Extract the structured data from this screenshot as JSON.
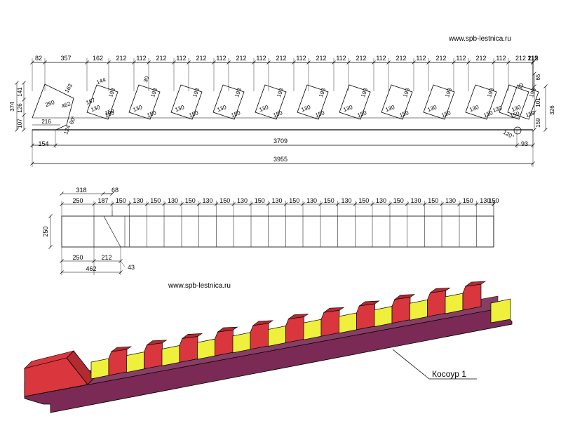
{
  "watermark": "www.spb-lestnica.ru",
  "elevation": {
    "top_dims": [
      "82",
      "357",
      "162",
      "212",
      "112",
      "212",
      "112",
      "212",
      "112",
      "212",
      "112",
      "212",
      "112",
      "212",
      "112",
      "212",
      "112",
      "212",
      "112",
      "212",
      "112",
      "212",
      "112",
      "212",
      "112",
      "212",
      "112",
      "115"
    ],
    "tread_dims": [
      "130",
      "150"
    ],
    "riser_dim": "193",
    "left_stack": [
      "374",
      "141",
      "126",
      "107"
    ],
    "right_stack": [
      "65",
      "326",
      "101",
      "159"
    ],
    "misc": {
      "d163": "163",
      "d144": "144",
      "d187": "187",
      "d150": "150",
      "d30a": "30",
      "d30b": "30",
      "d250": "250",
      "d462": "462",
      "d60": "60°",
      "d216": "216",
      "d124": "124",
      "d120": "120°"
    },
    "bottom": {
      "left": "154",
      "main": "3709",
      "right": "93",
      "total": "3955"
    }
  },
  "plan": {
    "top1": "318",
    "top2": "68",
    "row2": [
      "250",
      "187",
      "150",
      "130",
      "150",
      "130",
      "150",
      "130",
      "150",
      "130",
      "150",
      "130",
      "150",
      "130",
      "150",
      "130",
      "150",
      "130",
      "150",
      "130",
      "150",
      "130",
      "150",
      "130",
      "150"
    ],
    "height": "250",
    "bottom": [
      "250",
      "212"
    ],
    "total": "462",
    "small": "43"
  },
  "isometric": {
    "label": "Косоур 1"
  },
  "colors": {
    "line": "#000000",
    "side": "#7a2a55",
    "riser": "#d9363e",
    "riser_side": "#b12b30",
    "tread": "#eef03c",
    "tread_side": "#c9cb2a"
  }
}
